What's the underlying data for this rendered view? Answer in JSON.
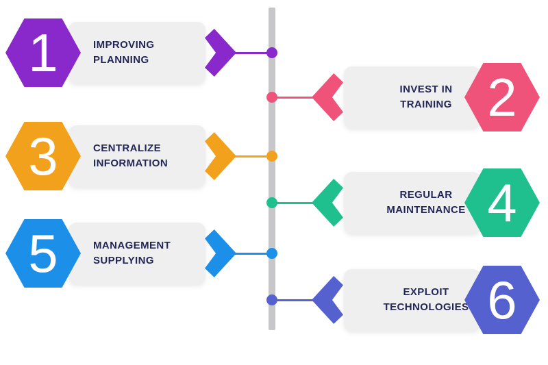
{
  "theme": {
    "background": "#ffffff",
    "banner": "#f0eff0",
    "label": "#232757",
    "number": "#ffffff"
  },
  "timeline": {
    "color": "#c7c7c9"
  },
  "items": [
    {
      "number": "1",
      "label": "IMPROVING\nPLANNING",
      "side": "left",
      "color": "#8928cb"
    },
    {
      "number": "2",
      "label": "INVEST IN\nTRAINING",
      "side": "right",
      "color": "#ef537a"
    },
    {
      "number": "3",
      "label": "CENTRALIZE\nINFORMATION",
      "side": "left",
      "color": "#f2a11d"
    },
    {
      "number": "4",
      "label": "REGULAR\nMAINTENANCE",
      "side": "right",
      "color": "#1fbf8e"
    },
    {
      "number": "5",
      "label": "MANAGEMENT\nSUPPLYING",
      "side": "left",
      "color": "#1c90e8"
    },
    {
      "number": "6",
      "label": "EXPLOIT\nTECHNOLOGIES",
      "side": "right",
      "color": "#5561cf"
    }
  ]
}
